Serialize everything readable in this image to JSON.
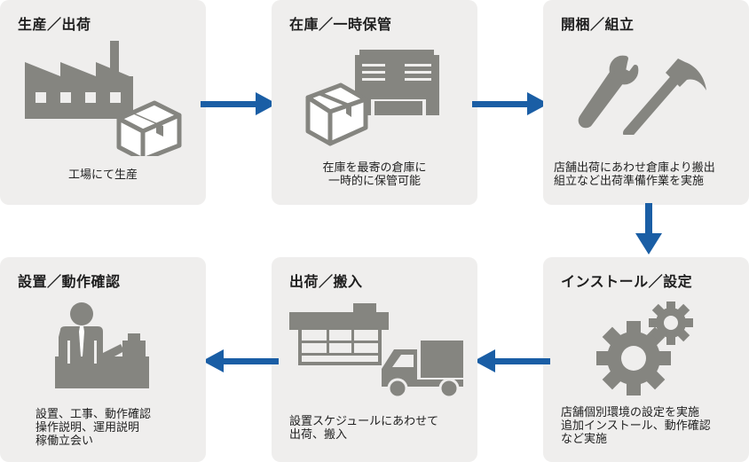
{
  "accent_color": "#1a5ea5",
  "icon_color": "#858580",
  "steps": [
    {
      "title": "生産／出荷",
      "desc": [
        "工場にて生産"
      ],
      "icon": "factory-icon"
    },
    {
      "title": "在庫／一時保管",
      "desc": [
        "在庫を最寄の倉庫に",
        "一時的に保管可能"
      ],
      "icon": "warehouse-icon"
    },
    {
      "title": "開梱／組立",
      "desc": [
        "店舗出荷にあわせ倉庫より搬出",
        "組立など出荷準備作業を実施"
      ],
      "icon": "tools-icon"
    },
    {
      "title": "インストール／設定",
      "desc": [
        "店舗個別環境の設定を実施",
        "追加インストール、動作確認",
        "など実施"
      ],
      "icon": "gears-icon"
    },
    {
      "title": "出荷／搬入",
      "desc": [
        "設置スケジュールにあわせて",
        "出荷、搬入"
      ],
      "icon": "truck-store-icon"
    },
    {
      "title": "設置／動作確認",
      "desc": [
        "設置、工事、動作確認",
        "操作説明、運用説明",
        "稼働立会い"
      ],
      "icon": "staff-register-icon"
    }
  ]
}
